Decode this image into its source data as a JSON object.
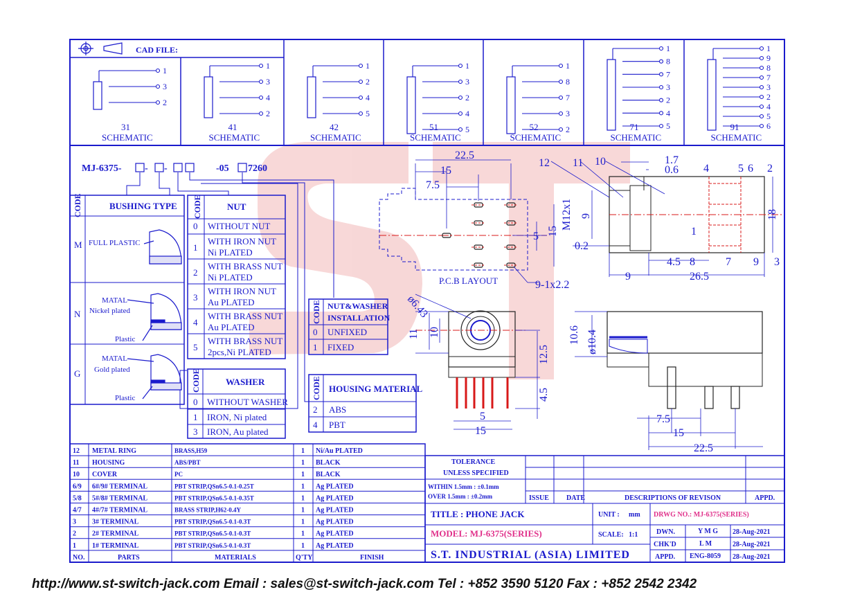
{
  "header": {
    "cad_file_label": "CAD FILE:"
  },
  "schematics": [
    {
      "code": "31",
      "label": "SCHEMATIC",
      "pins": [
        "1",
        "3",
        "2"
      ]
    },
    {
      "code": "41",
      "label": "SCHEMATIC",
      "pins": [
        "1",
        "3",
        "4",
        "2"
      ]
    },
    {
      "code": "42",
      "label": "SCHEMATIC",
      "pins": [
        "1",
        "2",
        "4",
        "5"
      ]
    },
    {
      "code": "51",
      "label": "SCHEMATIC",
      "pins": [
        "1",
        "3",
        "2",
        "4",
        "5"
      ]
    },
    {
      "code": "52",
      "label": "SCHEMATIC",
      "pins": [
        "1",
        "8",
        "7",
        "3",
        "2"
      ]
    },
    {
      "code": "71",
      "label": "SCHEMATIC",
      "pins": [
        "1",
        "8",
        "7",
        "3",
        "2",
        "4",
        "5"
      ]
    },
    {
      "code": "91",
      "label": "SCHEMATIC",
      "pins": [
        "1",
        "9",
        "8",
        "7",
        "3",
        "2",
        "4",
        "5",
        "6"
      ]
    }
  ],
  "part_number": {
    "prefix": "MJ-6375-",
    "sep1": "-",
    "mid": "-05",
    "suffix": "7260"
  },
  "bushing": {
    "code_header": "CODE",
    "type_header": "BUSHING TYPE",
    "rows": [
      {
        "code": "M",
        "label": "FULL PLASTIC"
      },
      {
        "code": "N",
        "label1": "MATAL",
        "label2": "Nickel plated",
        "label3": "Plastic"
      },
      {
        "code": "G",
        "label1": "MATAL",
        "label2": "Gold plated",
        "label3": "Plastic"
      }
    ]
  },
  "nut": {
    "code_header": "CODE",
    "title": "NUT",
    "rows": [
      {
        "code": "0",
        "l1": "WITHOUT NUT",
        "l2": ""
      },
      {
        "code": "1",
        "l1": "WITH IRON NUT",
        "l2": "Ni PLATED"
      },
      {
        "code": "2",
        "l1": "WITH BRASS NUT",
        "l2": "Ni PLATED"
      },
      {
        "code": "3",
        "l1": "WITH IRON NUT",
        "l2": "Au PLATED"
      },
      {
        "code": "4",
        "l1": "WITH BRASS NUT",
        "l2": "Au PLATED"
      },
      {
        "code": "5",
        "l1": "WITH BRASS NUT",
        "l2": "2pcs,Ni PLATED"
      }
    ]
  },
  "washer": {
    "code_header": "CODE",
    "title": "WASHER",
    "rows": [
      {
        "code": "0",
        "label": "WITHOUT WASHER"
      },
      {
        "code": "1",
        "label": "IRON, Ni plated"
      },
      {
        "code": "3",
        "label": "IRON, Au plated"
      }
    ]
  },
  "installation": {
    "code_header": "CODE",
    "title1": "NUT&WASHER",
    "title2": "INSTALLATION",
    "rows": [
      {
        "code": "0",
        "label": "UNFIXED"
      },
      {
        "code": "1",
        "label": "FIXED"
      }
    ]
  },
  "housing_material": {
    "code_header": "CODE",
    "title": "HOUSING MATERIAL",
    "rows": [
      {
        "code": "2",
        "label": "ABS"
      },
      {
        "code": "4",
        "label": "PBT"
      }
    ]
  },
  "dimensions": {
    "pcb_22_5": "22.5",
    "pcb_15": "15",
    "pcb_7_5": "7.5",
    "pcb_5": "5",
    "pcb_15v": "15",
    "pcb_label": "P.C.B LAYOUT",
    "pcb_holes": "9-1x2.2",
    "side_12": "12",
    "side_11": "11",
    "side_10": "10",
    "side_1_7": "1.7",
    "side_0_6": "0.6",
    "side_4": "4",
    "side_5": "5",
    "side_6": "6",
    "side_2": "2",
    "side_m12": "M12x1",
    "side_9v": "9",
    "side_18": "18",
    "side_1": "1",
    "side_0_2": "0.2",
    "side_4_5": "4.5",
    "side_8": "8",
    "side_7": "7",
    "side_9": "9",
    "side_3": "3",
    "side_9h": "9",
    "side_26_5": "26.5",
    "front_dia": "ø6.43",
    "front_11": "11",
    "front_10": "10",
    "front_12_5": "12.5",
    "front_4_5": "4.5",
    "front_5": "5",
    "front_15": "15",
    "right_10_6": "10.6",
    "right_dia": "ø10.4",
    "right_7_5": "7.5",
    "right_15": "15",
    "right_22_5": "22.5"
  },
  "bom": {
    "rows": [
      {
        "no": "12",
        "part": "METAL RING",
        "material": "BRASS,H59",
        "qty": "1",
        "finish": "Ni/Au PLATED"
      },
      {
        "no": "11",
        "part": "HOUSING",
        "material": "ABS/PBT",
        "qty": "1",
        "finish": "BLACK"
      },
      {
        "no": "10",
        "part": "COVER",
        "material": "PC",
        "qty": "1",
        "finish": "BLACK"
      },
      {
        "no": "6/9",
        "part": "6#/9# TERMINAL",
        "material": "PBT STRIP,QSn6.5-0.1-0.25T",
        "qty": "1",
        "finish": "Ag PLATED"
      },
      {
        "no": "5/8",
        "part": "5#/8# TERMINAL",
        "material": "PBT STRIP,QSn6.5-0.1-0.35T",
        "qty": "1",
        "finish": "Ag PLATED"
      },
      {
        "no": "4/7",
        "part": "4#/7# TERMINAL",
        "material": "BRASS STRIP,H62-0.4Y",
        "qty": "1",
        "finish": "Ag PLATED"
      },
      {
        "no": "3",
        "part": "3# TERMINAL",
        "material": "PBT STRIP,QSn6.5-0.1-0.3T",
        "qty": "1",
        "finish": "Ag PLATED"
      },
      {
        "no": "2",
        "part": "2# TERMINAL",
        "material": "PBT STRIP,QSn6.5-0.1-0.3T",
        "qty": "1",
        "finish": "Ag PLATED"
      },
      {
        "no": "1",
        "part": "1# TERMINAL",
        "material": "PBT STRIP,QSn6.5-0.1-0.3T",
        "qty": "1",
        "finish": "Ag PLATED"
      }
    ],
    "headers": {
      "no": "NO.",
      "part": "PARTS",
      "material": "MATERIALS",
      "qty": "Q'TY",
      "finish": "FINISH"
    }
  },
  "title_block": {
    "tolerance": "TOLERANCE",
    "unless": "UNLESS  SPECIFIED",
    "within": "WITHIN  1.5mm : ±0.1mm",
    "over": "OVER   1.5mm : ±0.2mm",
    "issue": "ISSUE",
    "date": "DATE",
    "desc": "DESCRIPTIONS OF REVISON",
    "appd": "APPD.",
    "title": "TITLE : PHONE JACK",
    "unit_label": "UNIT :",
    "unit": "mm",
    "drwg": "DRWG NO.: MJ-6375(SERIES)",
    "model": "MODEL: MJ-6375(SERIES)",
    "scale_label": "SCALE:",
    "scale": "1:1",
    "dwn": "DWN.",
    "dwn_name": "Y M G",
    "dwn_date": "28-Aug-2021",
    "chkd": "CHK'D",
    "chkd_name": "L M",
    "chkd_date": "28-Aug-2021",
    "appd2": "APPD.",
    "appd_name": "ENG-8059",
    "appd_date": "28-Aug-2021",
    "company": "S.T. INDUSTRIAL (ASIA) LIMITED"
  },
  "footer": "http://www.st-switch-jack.com  Email : sales@st-switch-jack.com  Tel : +852 3590 5120  Fax : +852 2542 2342",
  "watermark_text": "ST"
}
